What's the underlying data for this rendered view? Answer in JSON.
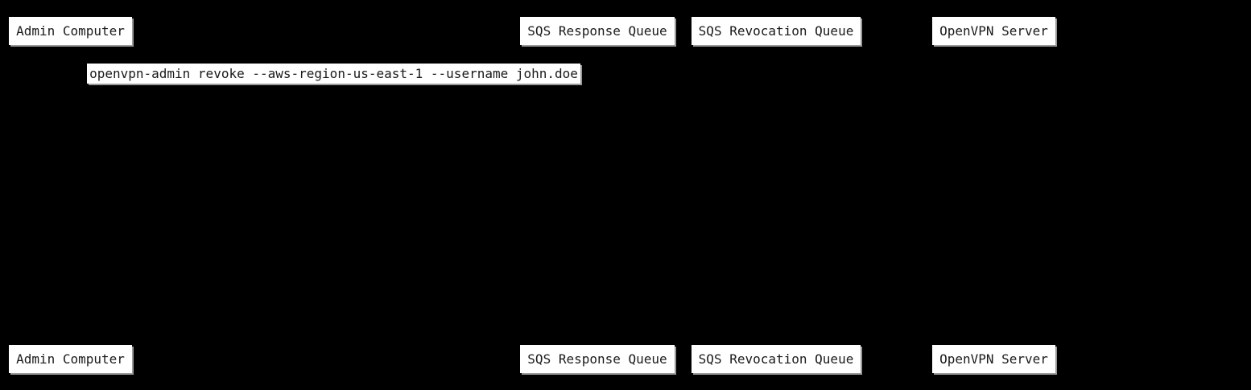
{
  "diagram_type": "sequence-diagram",
  "colors": {
    "background": "#000000",
    "box_fill": "#ffffff",
    "box_text": "#1a1a1a",
    "box_shadow": "#999999"
  },
  "participants": [
    {
      "id": "admin-computer",
      "label": "Admin Computer"
    },
    {
      "id": "sqs-response-queue",
      "label": "SQS Response Queue"
    },
    {
      "id": "sqs-revocation-queue",
      "label": "SQS Revocation Queue"
    },
    {
      "id": "openvpn-server",
      "label": "OpenVPN Server"
    }
  ],
  "messages": [
    {
      "label": "openvpn-admin revoke --aws-region-us-east-1 --username john.doe"
    }
  ]
}
